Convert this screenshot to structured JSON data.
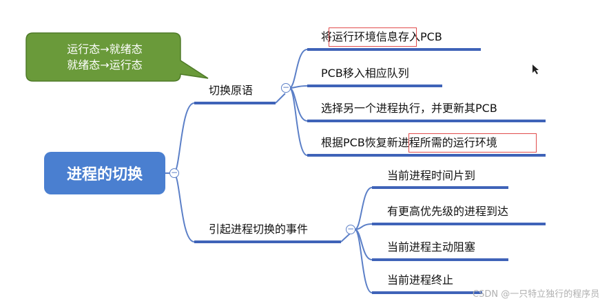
{
  "root": {
    "label": "进程的切换"
  },
  "callout": {
    "line1": "运行态→就绪态",
    "line2": "就绪态→运行态",
    "fill": "#6a9a3a"
  },
  "branches": [
    {
      "label": "切换原语",
      "children": [
        "将运行环境信息存入PCB",
        "PCB移入相应队列",
        "选择另一个进程执行，并更新其PCB",
        "根据PCB恢复新进程所需的运行环境"
      ]
    },
    {
      "label": "引起进程切换的事件",
      "children": [
        "当前进程时间片到",
        "有更高优先级的进程到达",
        "当前进程主动阻塞",
        "当前进程终止"
      ]
    }
  ],
  "toggle_symbol": "−",
  "watermark": "CSDN @一只特立独行的程序员ing",
  "colors": {
    "line": "#5b7fc7",
    "underline": "#3f63b8",
    "highlight": "#e14b4b",
    "root": "#4a7fd0"
  }
}
